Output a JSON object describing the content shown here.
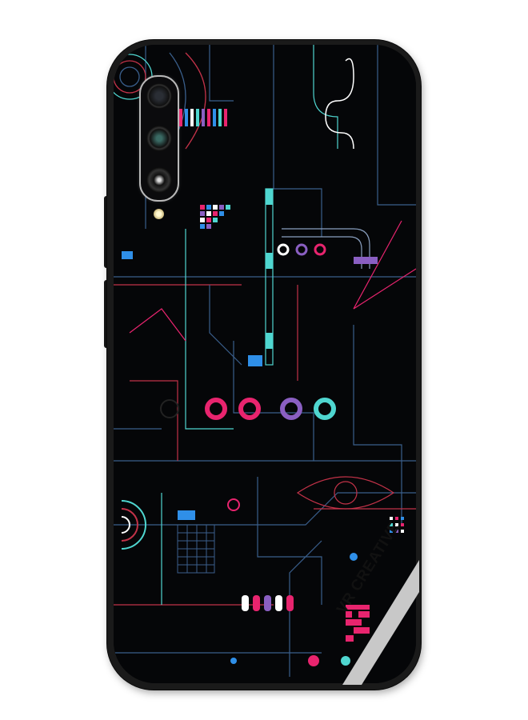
{
  "product": {
    "type": "phone back case",
    "pattern": "circuit board / tech schematic",
    "base_color": "#050608",
    "accent_colors": [
      "#e8246e",
      "#4fd6d0",
      "#2f8fe8",
      "#8a5fc2",
      "#c23248",
      "#3a5f8c",
      "#ffffff"
    ],
    "camera_count": 3
  },
  "watermark": {
    "text": "VR CREATIVE",
    "banner_color": "#c8c8c8",
    "text_color": "#111111"
  }
}
